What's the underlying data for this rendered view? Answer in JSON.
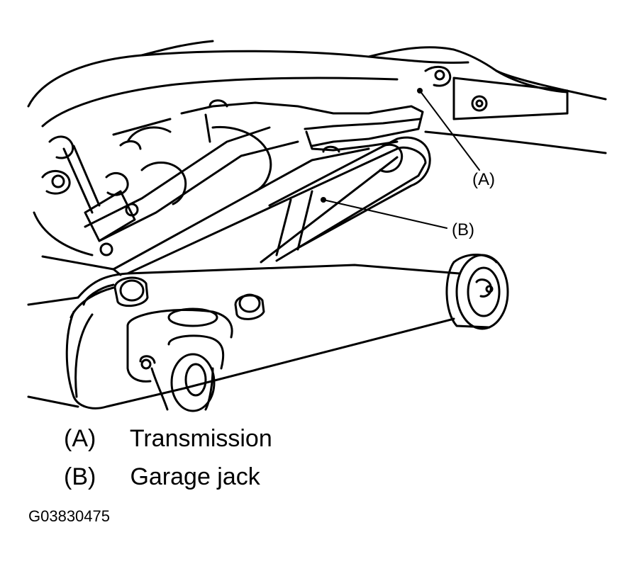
{
  "callouts": {
    "a": "(A)",
    "b": "(B)"
  },
  "legend": [
    {
      "key": "(A)",
      "label": "Transmission"
    },
    {
      "key": "(B)",
      "label": "Garage jack"
    }
  ],
  "figure_code": "G03830475"
}
